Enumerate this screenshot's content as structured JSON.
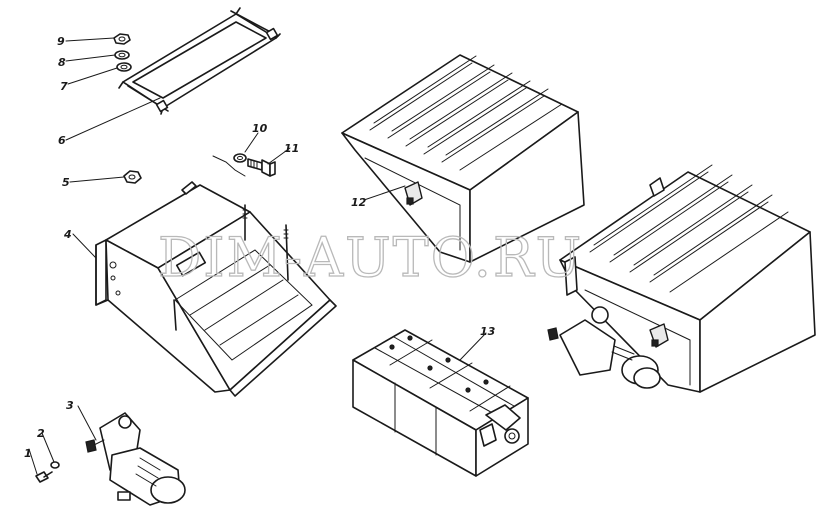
{
  "watermark": "DIM-AUTO.RU",
  "callouts": [
    "1",
    "2",
    "3",
    "4",
    "5",
    "6",
    "7",
    "8",
    "9",
    "10",
    "11",
    "12",
    "13"
  ]
}
